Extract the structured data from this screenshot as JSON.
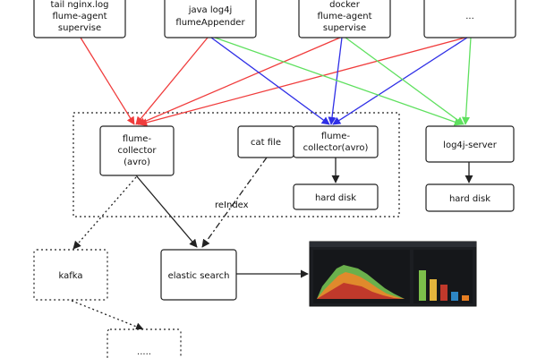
{
  "nodes": {
    "nginx": [
      "tail nginx.log",
      "flume-agent",
      "supervise"
    ],
    "log4j": [
      "java log4j",
      "flumeAppender"
    ],
    "docker": [
      "docker",
      "flume-agent",
      "supervise"
    ],
    "dots_top": [
      "..."
    ],
    "collector1": [
      "flume-",
      "collector",
      "(avro)"
    ],
    "catfile": [
      "cat file"
    ],
    "collector2": [
      "flume-",
      "collector(avro)"
    ],
    "harddisk1": [
      "hard disk"
    ],
    "log4jserver": [
      "log4j-server"
    ],
    "harddisk2": [
      "hard disk"
    ],
    "kafka": [
      "kafka"
    ],
    "elastic": [
      "elastic search"
    ],
    "dots_bottom": [
      "....."
    ]
  },
  "edge_labels": {
    "reindex": "reIndex"
  },
  "colors": {
    "red": "#f03c3c",
    "blue": "#2f2fe6",
    "green": "#5fe05f",
    "line": "#222222"
  },
  "dashboard": {
    "depiction": "kibana-style dashboard thumbnail with stacked area chart and bar chart"
  }
}
